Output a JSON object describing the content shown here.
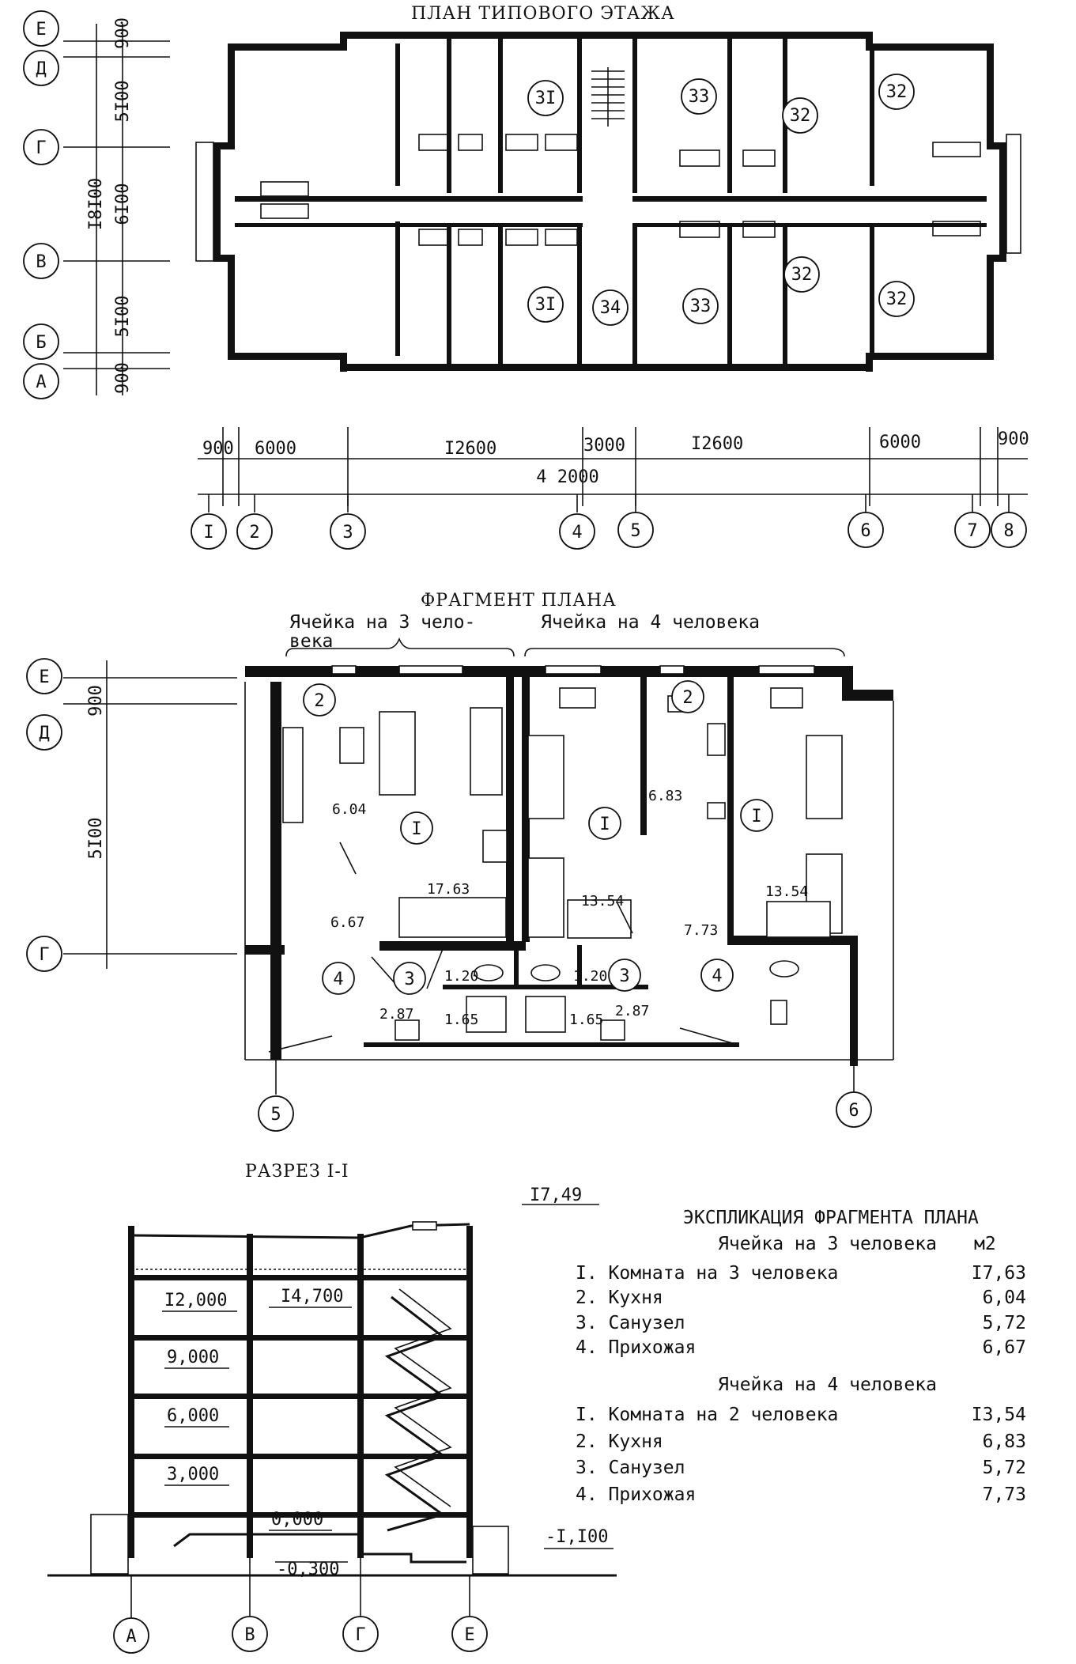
{
  "typical_floor": {
    "title": "ПЛАН ТИПОВОГО ЭТАЖА",
    "axes_rows": [
      "Е",
      "Д",
      "Г",
      "В",
      "Б",
      "А"
    ],
    "axes_cols": [
      "I",
      "2",
      "3",
      "4",
      "5",
      "6",
      "7",
      "8"
    ],
    "dims_vertical": [
      "900",
      "5I00",
      "6I00",
      "5I00",
      "900"
    ],
    "dim_total_vertical": "I8I00",
    "dims_horizontal": [
      "900",
      "6000",
      "I2600",
      "3000",
      "I2600",
      "6000",
      "900"
    ],
    "dim_total_horizontal": "4 2000",
    "unit_labels": [
      "3I",
      "33",
      "32",
      "32",
      "3I",
      "34",
      "33",
      "32",
      "32"
    ]
  },
  "fragment_plan": {
    "title": "ФРАГМЕНТ ПЛАНА",
    "cell3_label_line1": "Ячейка на 3 чело-",
    "cell3_label_line2": "века",
    "cell4_label": "Ячейка на 4 человека",
    "axes_rows": [
      "Е",
      "Д",
      "Г"
    ],
    "axes_cols": [
      "5",
      "6"
    ],
    "dims_vertical": [
      "900",
      "5I00"
    ],
    "room_numbers": [
      "2",
      "I",
      "I",
      "2",
      "I",
      "4",
      "3",
      "3",
      "4"
    ],
    "areas": [
      "6.04",
      "17.63",
      "13.54",
      "6.83",
      "13.54",
      "6.67",
      "7.73",
      "1.20",
      "1.20",
      "2.87",
      "1.65",
      "1.65",
      "2.87"
    ]
  },
  "section": {
    "title": "РАЗРЕЗ I-I",
    "levels": [
      "I7,49",
      "I4,700",
      "I2,000",
      "9,000",
      "6,000",
      "3,000",
      "0,000",
      "-0,300",
      "-I,I00"
    ],
    "axes": [
      "А",
      "В",
      "Г",
      "Е"
    ]
  },
  "explication": {
    "title": "ЭКСПЛИКАЦИЯ ФРАГМЕНТА ПЛАНА",
    "group1_title": "Ячейка на 3 человека",
    "unit": "м2",
    "group1_rows": [
      {
        "label": "I. Комната на 3 человека",
        "value": "I7,63"
      },
      {
        "label": "2. Кухня",
        "value": "6,04"
      },
      {
        "label": "3. Санузел",
        "value": "5,72"
      },
      {
        "label": "4. Прихожая",
        "value": "6,67"
      }
    ],
    "group2_title": "Ячейка на 4 человека",
    "group2_rows": [
      {
        "label": "I. Комната на 2 человека",
        "value": "I3,54"
      },
      {
        "label": "2. Кухня",
        "value": "6,83"
      },
      {
        "label": "3. Санузел",
        "value": "5,72"
      },
      {
        "label": "4. Прихожая",
        "value": "7,73"
      }
    ]
  }
}
